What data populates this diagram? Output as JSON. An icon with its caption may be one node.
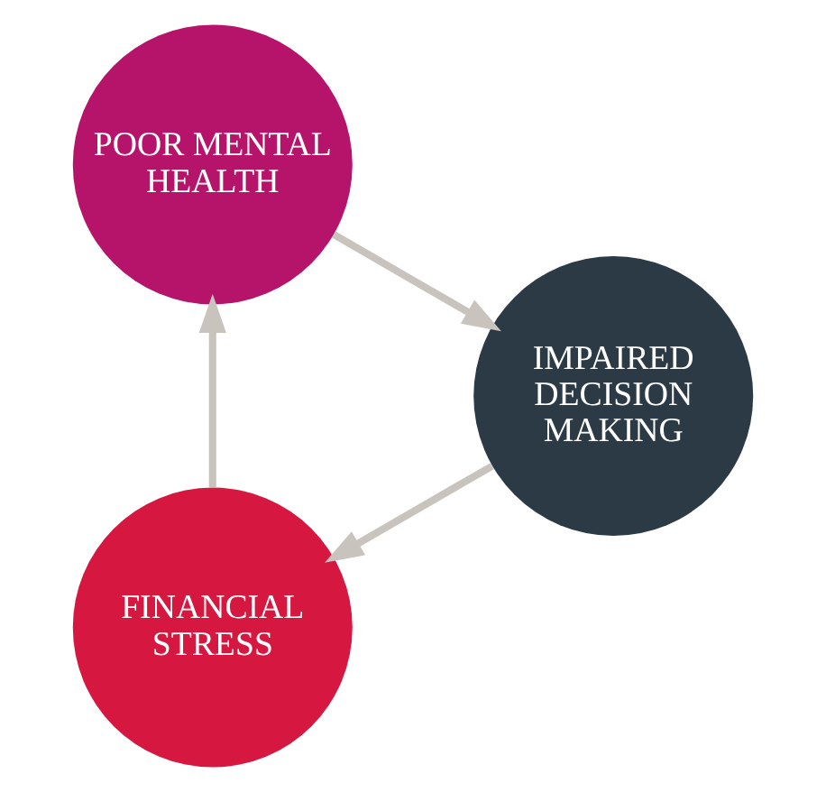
{
  "diagram": {
    "nodes": [
      {
        "text": [
          "FINANCIAL STRESS"
        ]
      },
      {
        "text": [
          "POOR MENTAL HEALTH"
        ]
      },
      {
        "text": [
          "IMPAIRED DECISION MAKING"
        ]
      }
    ],
    "edges": [
      {
        "from": 0,
        "to": 1,
        "arrow": "to"
      },
      {
        "from": 1,
        "to": 2,
        "arrow": "to"
      },
      {
        "from": 2,
        "to": 0,
        "arrow": "to"
      }
    ]
  }
}
